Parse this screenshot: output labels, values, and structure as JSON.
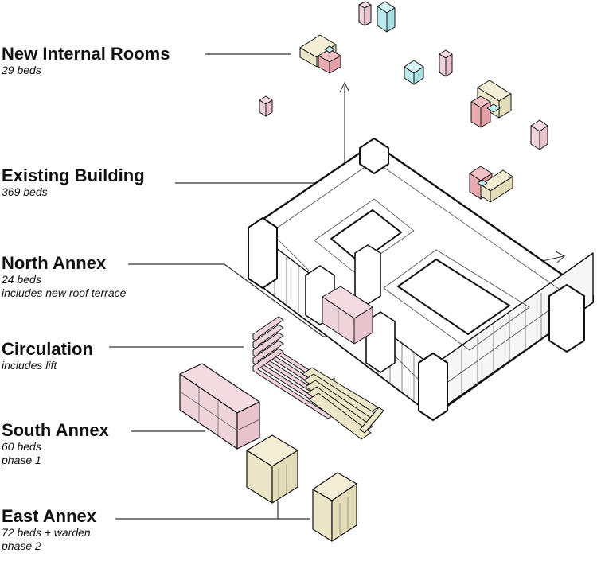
{
  "labels": [
    {
      "title": "New Internal Rooms",
      "lines": [
        "29 beds"
      ]
    },
    {
      "title": "Existing Building",
      "lines": [
        "369 beds"
      ]
    },
    {
      "title": "North Annex",
      "lines": [
        "24 beds",
        "includes new roof terrace"
      ]
    },
    {
      "title": "Circulation",
      "lines": [
        "includes lift"
      ]
    },
    {
      "title": "South Annex",
      "lines": [
        "60 beds",
        "phase 1"
      ]
    },
    {
      "title": "East Annex",
      "lines": [
        "72 beds + warden",
        "phase 2"
      ]
    }
  ],
  "colors": {
    "pink": "#efd3db",
    "pink_dark": "#e3a8ac",
    "cream": "#ece6c8",
    "cyan": "#bdeaec",
    "outline": "#111111",
    "leader": "#333333"
  }
}
